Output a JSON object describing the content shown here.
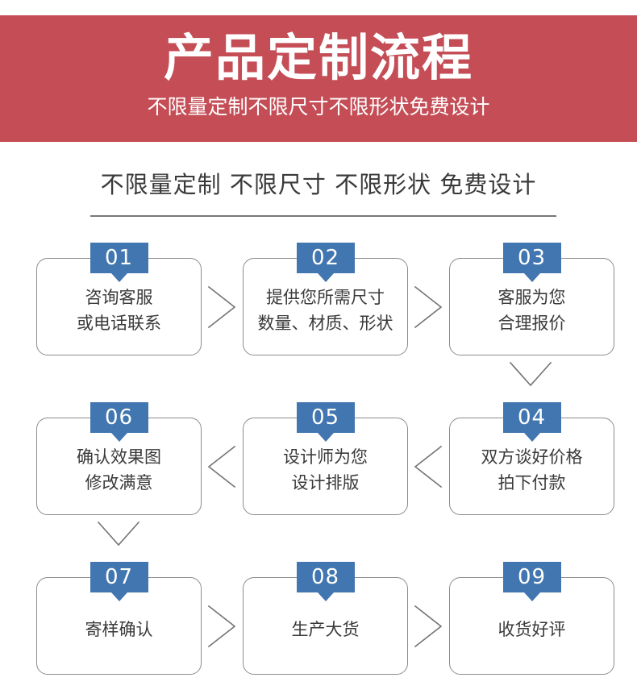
{
  "header": {
    "title": "产品定制流程",
    "subtitle": "不限量定制不限尺寸不限形状免费设计",
    "background_color": "#c44d56",
    "text_color": "#ffffff"
  },
  "section": {
    "heading": "不限量定制 不限尺寸 不限形状 免费设计",
    "divider_color": "#777777"
  },
  "flow": {
    "badge_color": "#4276b0",
    "box_border_color": "#8c8c8c",
    "connector_color": "#737373",
    "rows": [
      {
        "direction": "right",
        "steps": [
          {
            "number": "01",
            "text": "咨询客服\n或电话联系"
          },
          {
            "number": "02",
            "text": "提供您所需尺寸\n数量、材质、形状"
          },
          {
            "number": "03",
            "text": "客服为您\n合理报价"
          }
        ]
      },
      {
        "direction": "left",
        "steps": [
          {
            "number": "06",
            "text": "确认效果图\n修改满意"
          },
          {
            "number": "05",
            "text": "设计师为您\n设计排版"
          },
          {
            "number": "04",
            "text": "双方谈好价格\n拍下付款"
          }
        ]
      },
      {
        "direction": "right",
        "steps": [
          {
            "number": "07",
            "text": "寄样确认"
          },
          {
            "number": "08",
            "text": "生产大货"
          },
          {
            "number": "09",
            "text": "收货好评"
          }
        ]
      }
    ]
  }
}
